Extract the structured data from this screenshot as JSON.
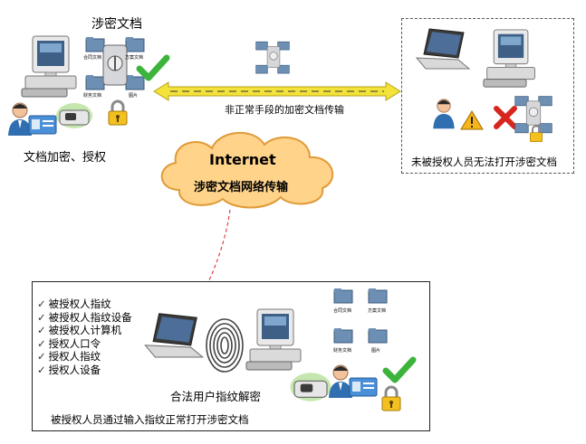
{
  "top_left": {
    "title": "涉密文档",
    "caption": "文档加密、授权",
    "doc_labels": [
      "合同文档",
      "方案文档",
      "财务文档",
      "图片"
    ]
  },
  "transfer": {
    "label": "非正常手段的加密文档传输"
  },
  "cloud": {
    "title": "Internet",
    "subtitle": "涉密文档网络传输"
  },
  "unauthorized": {
    "caption": "未被授权人员无法打开涉密文档"
  },
  "authorized": {
    "checklist": [
      "被授权人指纹",
      "被授权人指纹设备",
      "被授权人计算机",
      "授权人口令",
      "授权人指纹",
      "授权人设备"
    ],
    "fingerprint_caption": "合法用户指纹解密",
    "footer": "被授权人员通过输入指纹正常打开涉密文档",
    "doc_labels": [
      "合同文档",
      "方案文档",
      "财务文档",
      "图片"
    ]
  },
  "colors": {
    "cloud_fill": "#ffd38a",
    "arrow_yellow": "#f2e23a",
    "check_green": "#3cb43c",
    "cross_red": "#d7261e",
    "connector_red": "#e0201c"
  }
}
